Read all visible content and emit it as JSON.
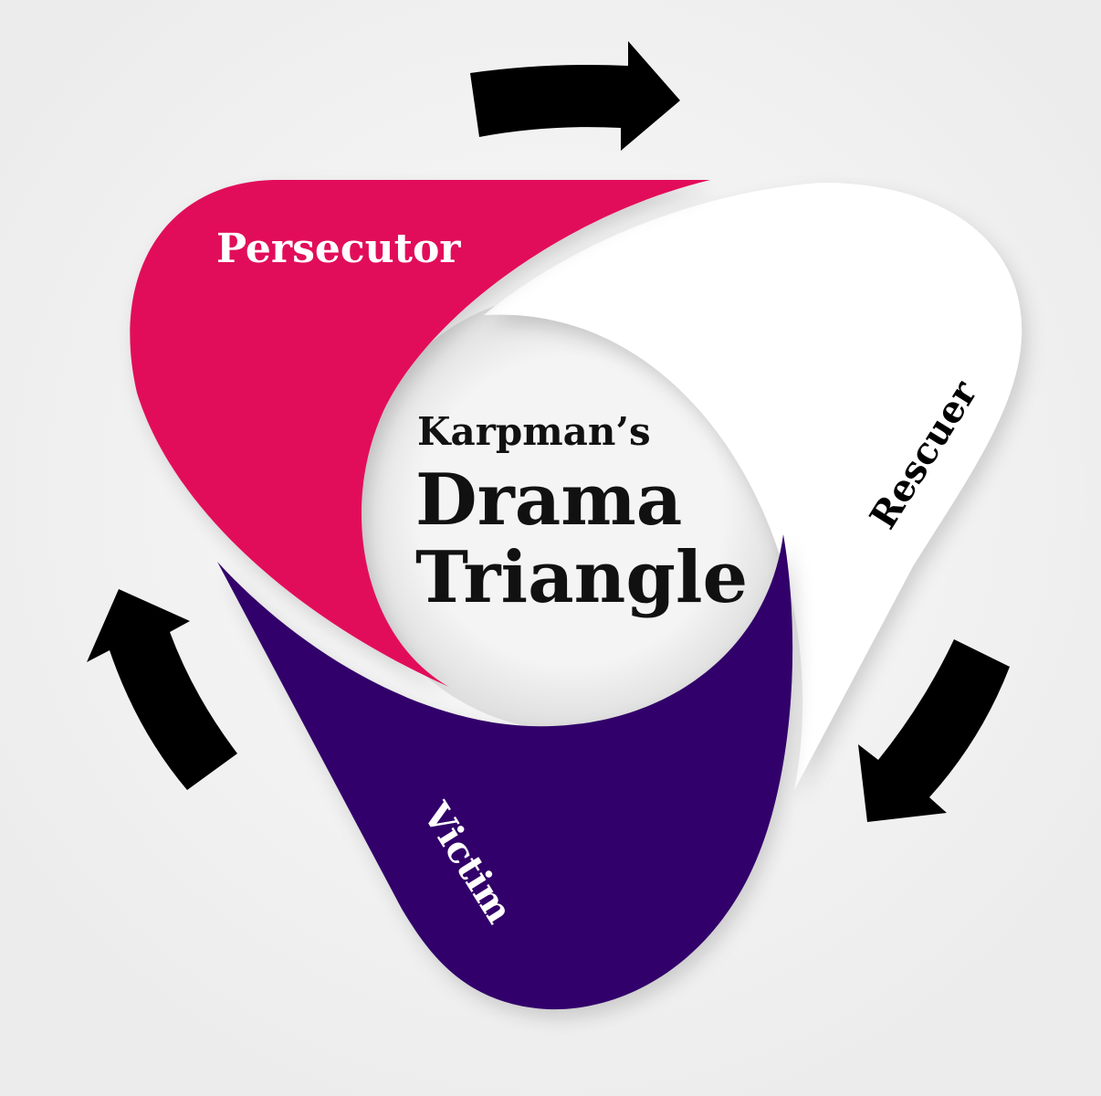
{
  "title": {
    "line1": "Karpman’s",
    "line2": "Drama",
    "line3": "Triangle"
  },
  "roles": {
    "persecutor": "Persecutor",
    "rescuer": "Rescuer",
    "victim": "Victim"
  },
  "colors": {
    "persecutor": "#e2105a",
    "rescuer": "#ffffff",
    "victim": "#33006a",
    "arrows": "#000000",
    "background": "#f3f3f3"
  },
  "icons": [
    "arrow-top-right-icon",
    "arrow-right-down-icon",
    "arrow-left-up-icon"
  ]
}
